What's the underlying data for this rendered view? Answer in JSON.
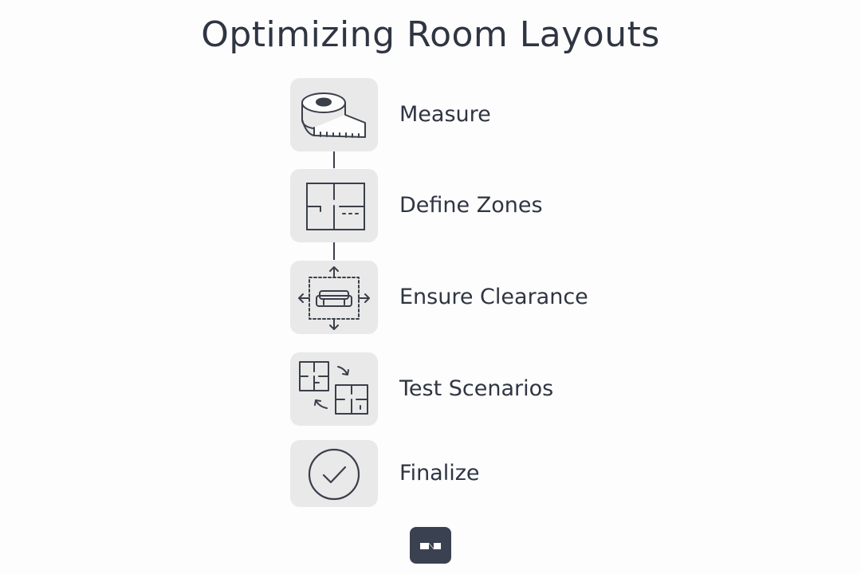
{
  "title": "Optimizing Room Layouts",
  "steps": [
    {
      "label": "Measure",
      "icon": "tape-measure-icon"
    },
    {
      "label": "Define Zones",
      "icon": "floor-plan-icon"
    },
    {
      "label": "Ensure Clearance",
      "icon": "sofa-clearance-icon"
    },
    {
      "label": "Test Scenarios",
      "icon": "swap-floor-plans-icon"
    },
    {
      "label": "Finalize",
      "icon": "checkmark-circle-icon"
    }
  ],
  "colors": {
    "text": "#2f3542",
    "tile": "#e9e9e9",
    "stroke": "#3a3f4a",
    "logo": "#3a4150"
  },
  "logo": {
    "icon": "brand-logo-icon"
  }
}
